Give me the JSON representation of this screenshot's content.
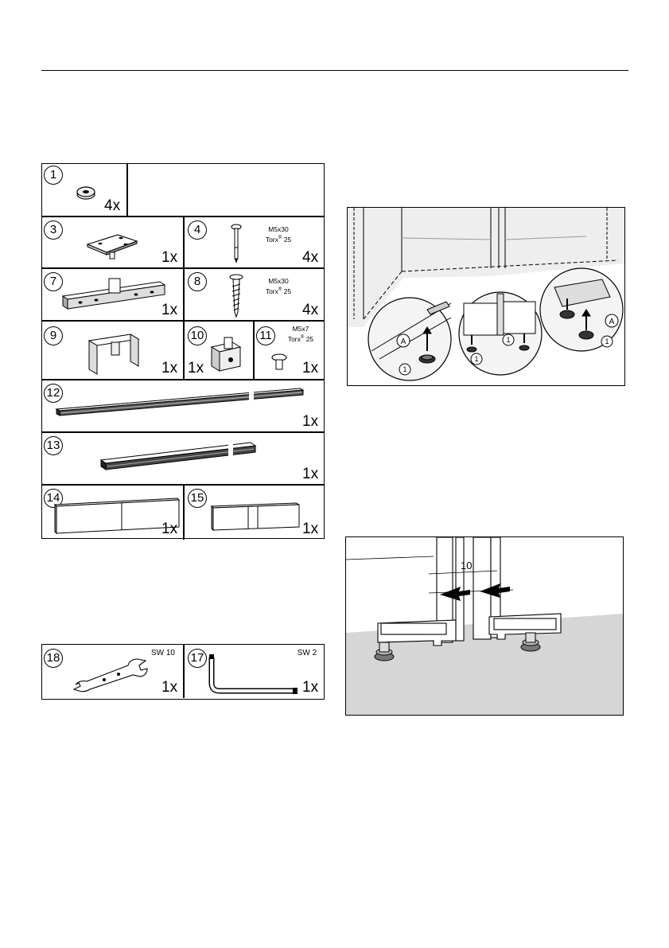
{
  "parts": {
    "p1": {
      "num": "1",
      "qty": "4x"
    },
    "p3": {
      "num": "3",
      "qty": "1x"
    },
    "p4": {
      "num": "4",
      "qty": "4x",
      "spec1": "M5x30",
      "spec2": "Torx",
      "spec3": "25"
    },
    "p7": {
      "num": "7",
      "qty": "1x"
    },
    "p8": {
      "num": "8",
      "qty": "4x",
      "spec1": "M5x30",
      "spec2": "Torx",
      "spec3": "25"
    },
    "p9": {
      "num": "9",
      "qty": "1x"
    },
    "p10": {
      "num": "10",
      "qty": "1x"
    },
    "p11": {
      "num": "11",
      "qty": "1x",
      "spec1": "M5x7",
      "spec2": "Torx",
      "spec3": "25"
    },
    "p12": {
      "num": "12",
      "qty": "1x"
    },
    "p13": {
      "num": "13",
      "qty": "1x"
    },
    "p14": {
      "num": "14",
      "qty": "1x"
    },
    "p15": {
      "num": "15",
      "qty": "1x"
    }
  },
  "tools": {
    "t18": {
      "num": "18",
      "qty": "1x",
      "spec": "SW 10"
    },
    "t17": {
      "num": "17",
      "qty": "1x",
      "spec": "SW 2"
    }
  },
  "figure1": {
    "callout_a": "A",
    "callout_1": "1"
  },
  "figure2": {
    "dimension": "10"
  },
  "symbols": {
    "registered": "®"
  }
}
